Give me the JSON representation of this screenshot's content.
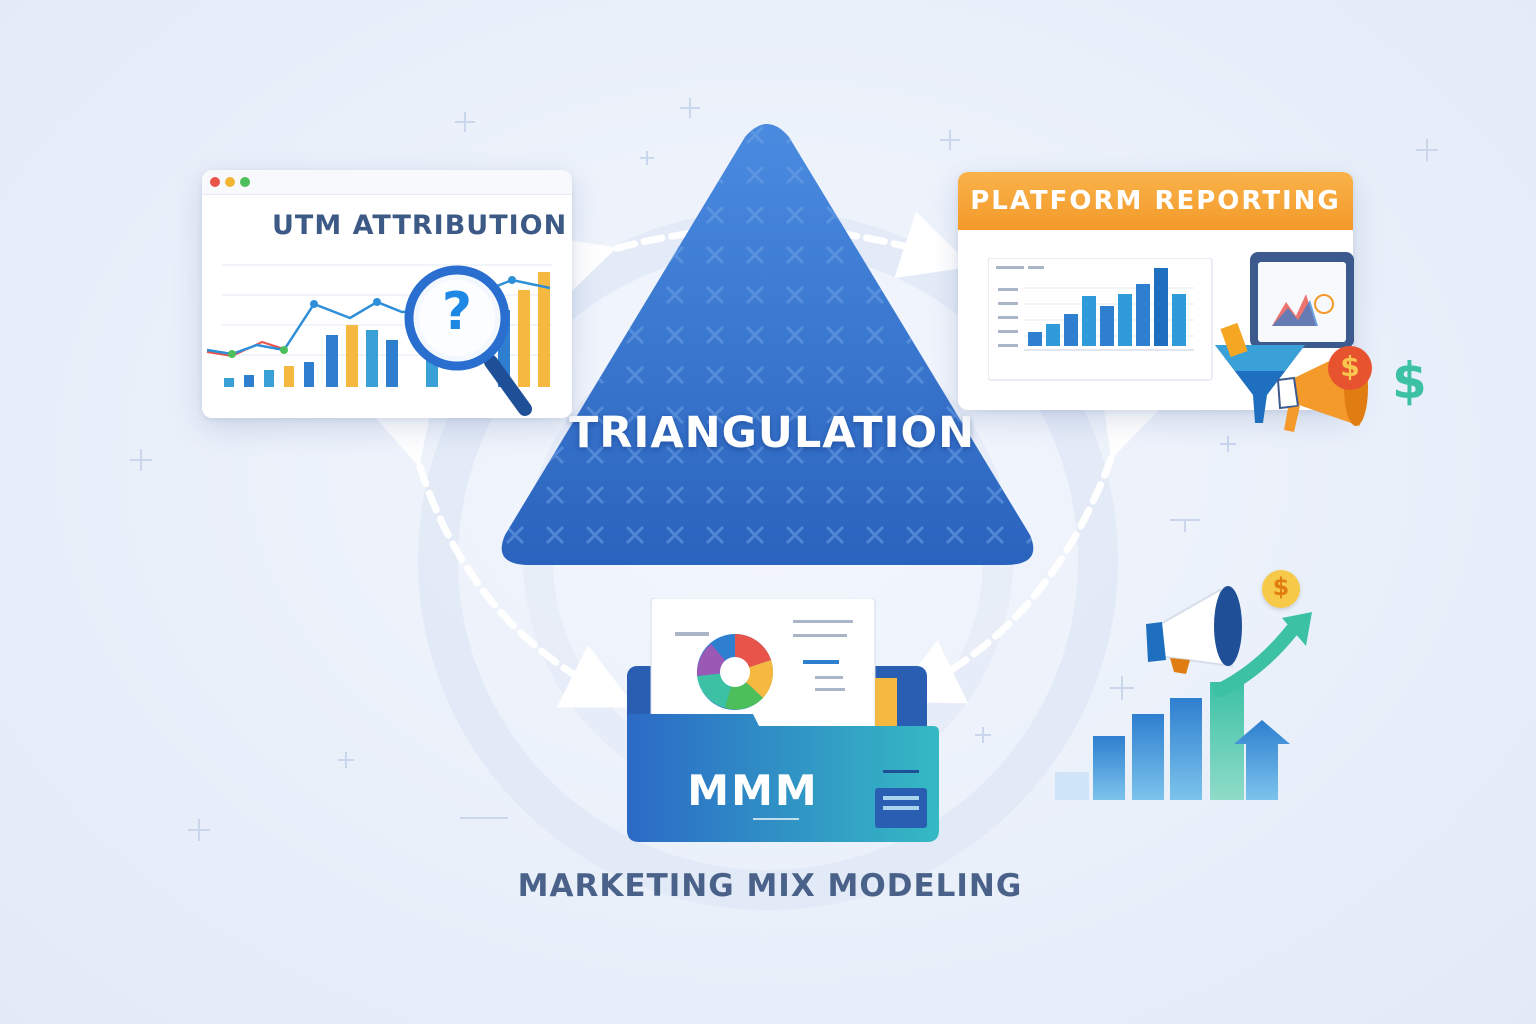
{
  "center": {
    "title": "TRIANGULATION"
  },
  "utm": {
    "title": "UTM ATTRIBUTION",
    "magnifier_symbol": "?"
  },
  "platform": {
    "title": "PLATFORM REPORTING"
  },
  "mmm": {
    "title": "MMM",
    "subtitle": "MARKETING MIX MODELING"
  },
  "growth": {
    "coin_symbol": "$"
  },
  "megaphone": {
    "coin_symbol": "$",
    "dollar_symbol": "$"
  },
  "colors": {
    "triangle_blue": "#2f6fc7",
    "accent_orange": "#f39a2a",
    "teal": "#3cc1a5",
    "text_navy": "#3d5a86"
  },
  "icons": [
    "magnifier-icon",
    "megaphone-icon",
    "dollar-coin-icon",
    "funnel-icon",
    "donut-chart-icon",
    "growth-bars-icon",
    "up-arrow-icon"
  ]
}
